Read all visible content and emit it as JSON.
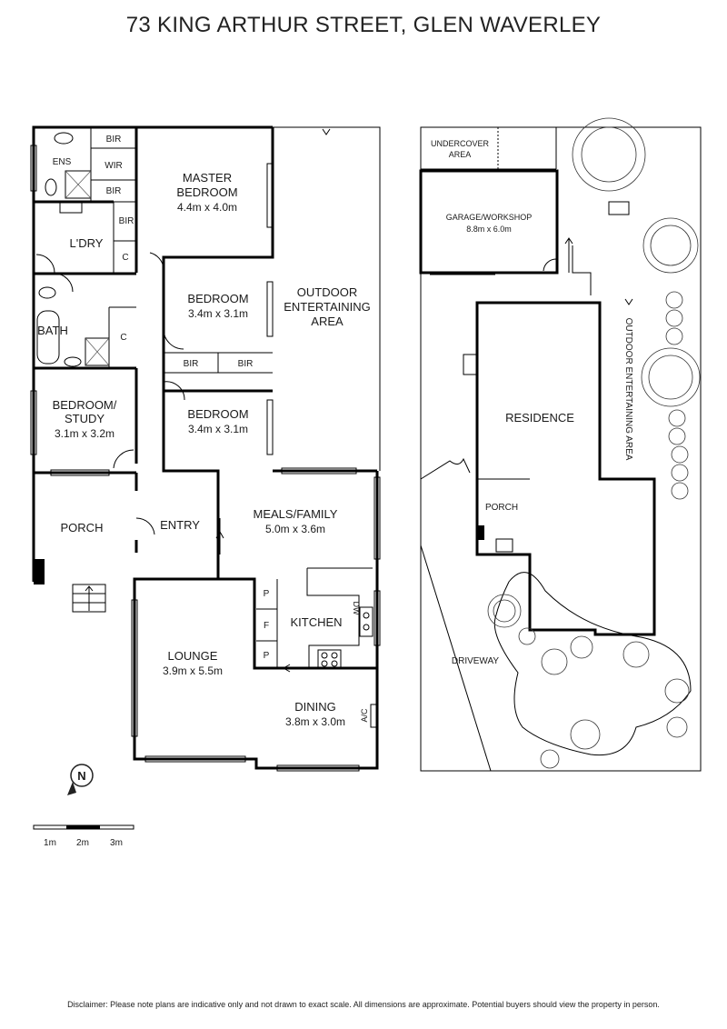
{
  "title": "73 KING ARTHUR STREET, GLEN WAVERLEY",
  "floor_plan": {
    "rooms": {
      "bir": "BIR",
      "ens": "ENS",
      "wir": "WIR",
      "master_name_1": "MASTER",
      "master_name_2": "BEDROOM",
      "master_dim": "4.4m x 4.0m",
      "laundry": "L'DRY",
      "cupboard": "C",
      "bedroom": "BEDROOM",
      "bedroom2_dim": "3.4m x 3.1m",
      "bedroom3_dim": "3.4m x 3.1m",
      "bath": "BATH",
      "study_name_1": "BEDROOM/",
      "study_name_2": "STUDY",
      "study_dim": "3.1m x 3.2m",
      "outdoor_1": "OUTDOOR",
      "outdoor_2": "ENTERTAINING",
      "outdoor_3": "AREA",
      "porch": "PORCH",
      "entry": "ENTRY",
      "meals_name": "MEALS/FAMILY",
      "meals_dim": "5.0m x 3.6m",
      "pantry": "P",
      "fridge": "F",
      "dishwasher": "DW",
      "kitchen": "KITCHEN",
      "lounge_name": "LOUNGE",
      "lounge_dim": "3.9m x 5.5m",
      "dining_name": "DINING",
      "dining_dim": "3.8m x 3.0m",
      "aircon": "A/C"
    },
    "compass_letter": "N",
    "scale_labels": [
      "1m",
      "2m",
      "3m"
    ]
  },
  "site_plan": {
    "undercover_1": "UNDERCOVER",
    "undercover_2": "AREA",
    "garage_name": "GARAGE/WORKSHOP",
    "garage_dim": "8.8m x 6.0m",
    "residence": "RESIDENCE",
    "porch": "PORCH",
    "outdoor_area": "OUTDOOR ENTERTAINING AREA",
    "driveway": "DRIVEWAY"
  },
  "disclaimer": "Disclaimer: Please note plans are indicative only and not drawn to exact scale. All dimensions are approximate. Potential buyers should view the property in person."
}
